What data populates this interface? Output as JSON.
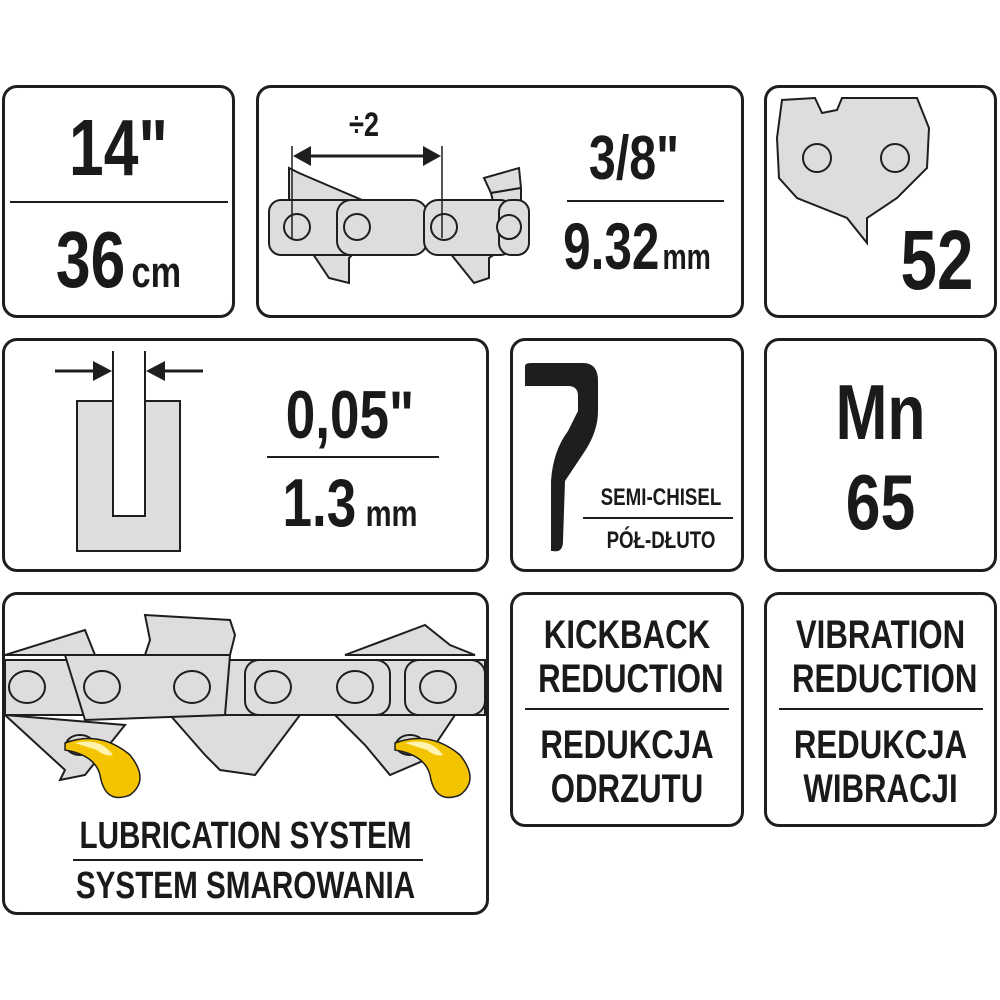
{
  "bar_length": {
    "inches": "14\"",
    "cm_value": "36",
    "cm_unit": "cm"
  },
  "pitch": {
    "divider_label": "÷2",
    "inches": "3/8\"",
    "mm_value": "9.32",
    "mm_unit": "mm"
  },
  "drive_links": {
    "count": "52"
  },
  "gauge": {
    "inches": "0,05\"",
    "mm_value": "1.3",
    "mm_unit": "mm"
  },
  "cutter_type": {
    "en": "SEMI-CHISEL",
    "pl": "PÓŁ-DŁUTO"
  },
  "material": {
    "line1": "Mn",
    "line2": "65"
  },
  "lubrication": {
    "en": "LUBRICATION SYSTEM",
    "pl": "SYSTEM SMAROWANIA",
    "oil_color": "#f5c400"
  },
  "kickback": {
    "en_line1": "KICKBACK",
    "en_line2": "REDUCTION",
    "pl_line1": "REDUKCJA",
    "pl_line2": "ODRZUTU"
  },
  "vibration": {
    "en_line1": "VIBRATION",
    "en_line2": "REDUCTION",
    "pl_line1": "REDUKCJA",
    "pl_line2": "WIBRACJI"
  }
}
